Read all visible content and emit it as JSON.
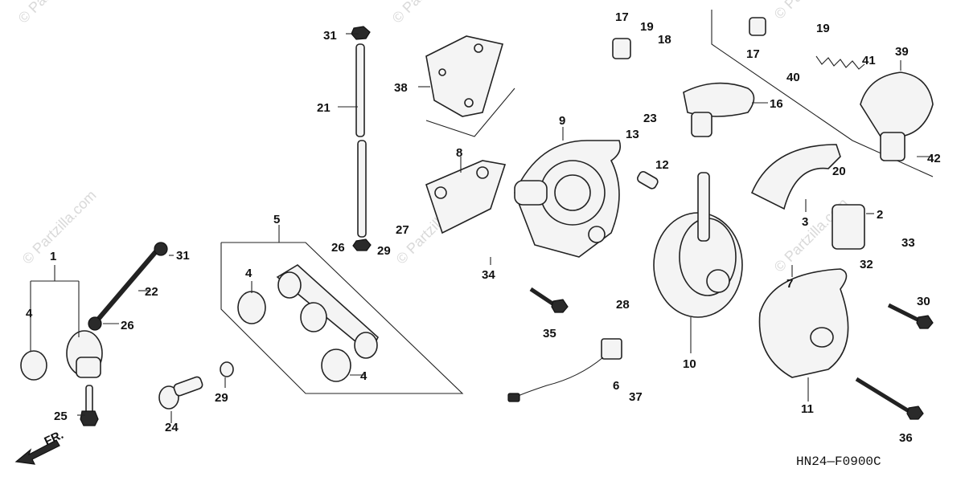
{
  "diagram": {
    "code": "HN24—F0900C",
    "front_arrow": "FR.",
    "watermark": "© Partzilla.com",
    "callouts": {
      "c1": "1",
      "c2": "2",
      "c3": "3",
      "c4a": "4",
      "c4b": "4",
      "c4c": "4",
      "c5": "5",
      "c6": "6",
      "c7": "7",
      "c8": "8",
      "c9": "9",
      "c10": "10",
      "c11": "11",
      "c12": "12",
      "c13": "13",
      "c16": "16",
      "c17a": "17",
      "c17b": "17",
      "c18": "18",
      "c19a": "19",
      "c19b": "19",
      "c20": "20",
      "c21": "21",
      "c22": "22",
      "c23": "23",
      "c24": "24",
      "c25": "25",
      "c26a": "26",
      "c26b": "26",
      "c27": "27",
      "c28": "28",
      "c29a": "29",
      "c29b": "29",
      "c30": "30",
      "c31a": "31",
      "c31b": "31",
      "c32": "32",
      "c33": "33",
      "c34": "34",
      "c35": "35",
      "c36": "36",
      "c37": "37",
      "c38": "38",
      "c39": "39",
      "c40": "40",
      "c41": "41",
      "c42": "42"
    }
  }
}
